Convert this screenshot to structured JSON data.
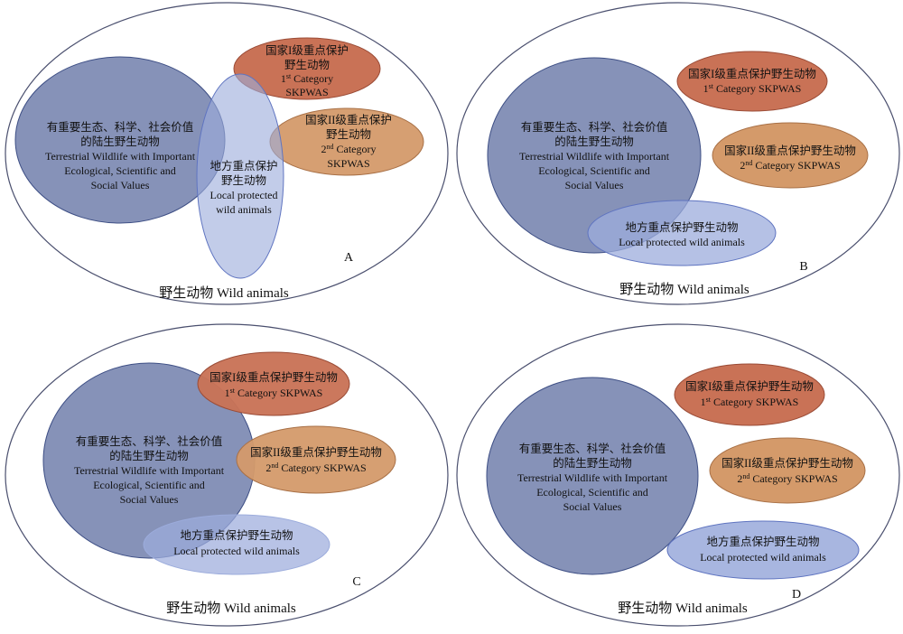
{
  "colors": {
    "outline": "#4a4f6e",
    "terrestrial_fill": "#7c89b2",
    "terrestrial_stroke": "#3e4f85",
    "category1_fill": "#c97256",
    "category1_stroke": "#9a4b36",
    "category2_fill": "#d49a6a",
    "category2_stroke": "#a87046",
    "local_fill": "#9cacdc",
    "local_stroke": "#5f74c0"
  },
  "text": {
    "wild_animals": "野生动物 Wild animals",
    "terrestrial_cn_1": "有重要生态、科学、社会价值",
    "terrestrial_cn_2": "的陆生野生动物",
    "terrestrial_en_1": "Terrestrial Wildlife with Important",
    "terrestrial_en_2": "Ecological, Scientific and",
    "terrestrial_en_3": "Social Values",
    "cat1_cn": "国家I级重点保护野生动物",
    "cat1_cn_a": "国家I级重点保护",
    "cat1_cn_b": "野生动物",
    "cat1_num": "1",
    "cat1_sup": "st",
    "cat1_rest": " Category SKPWAS",
    "cat1_word": " Category",
    "cat2_cn": "国家II级重点保护野生动物",
    "cat2_cn_a": "国家II级重点保护",
    "cat2_cn_b": "野生动物",
    "cat2_num": "2",
    "cat2_sup": "nd",
    "cat2_rest": " Category SKPWAS",
    "cat2_word": " Category",
    "skpwas": "SKPWAS",
    "local_cn": "地方重点保护野生动物",
    "local_cn_a": "地方重点保护",
    "local_cn_b": "野生动物",
    "local_en": "Local protected wild animals",
    "local_en_a": "Local protected",
    "local_en_b": "wild animals"
  },
  "panels": [
    {
      "letter": "A"
    },
    {
      "letter": "B"
    },
    {
      "letter": "C"
    },
    {
      "letter": "D"
    }
  ]
}
